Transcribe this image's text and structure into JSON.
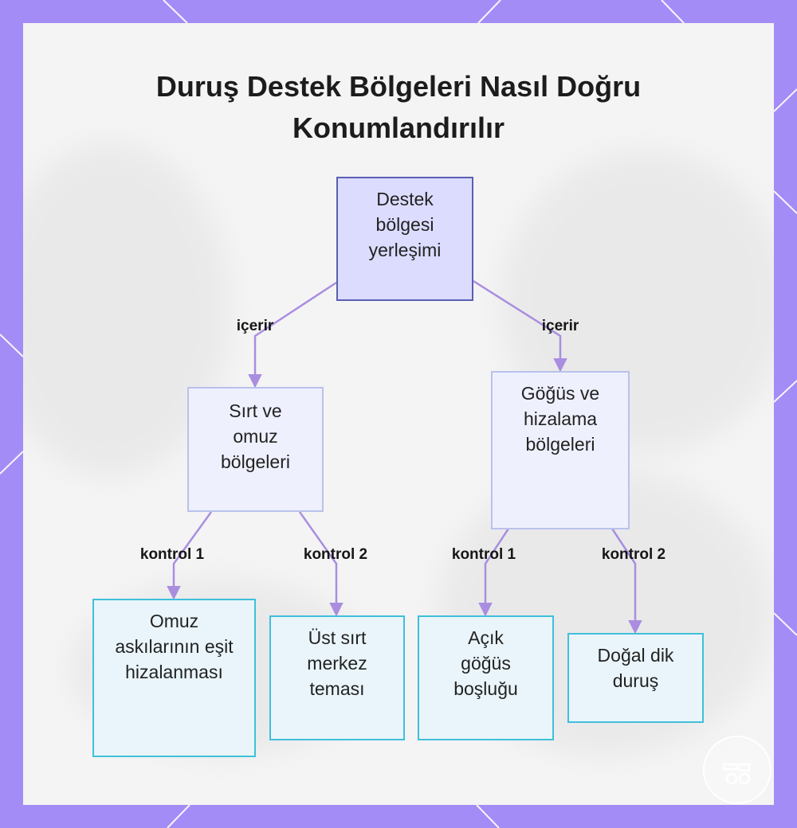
{
  "title": "Duruş Destek Bölgeleri Nasıl Doğru Konumlandırılır",
  "nodes": {
    "root": "Destek bölgesi yerleşimi",
    "back_shoulder": "Sırt ve omuz bölgeleri",
    "chest_alignment": "Göğüs ve hizalama bölgeleri",
    "shoulder_straps": "Omuz askılarının eşit hizalanması",
    "upper_back": "Üst sırt merkez teması",
    "open_chest": "Açık göğüs boşluğu",
    "natural_posture": "Doğal dik duruş"
  },
  "edges": {
    "includes_left": "içerir",
    "includes_right": "içerir",
    "control1_left": "kontrol 1",
    "control2_left": "kontrol 2",
    "control1_right": "kontrol 1",
    "control2_right": "kontrol 2"
  },
  "colors": {
    "frame": "#a48cf6",
    "root_border": "#5b5fb3",
    "mid_border": "#b9c2ec",
    "leaf_border": "#3fc0db",
    "connector": "#a98ee0"
  },
  "icons": [
    "logo-icon"
  ]
}
